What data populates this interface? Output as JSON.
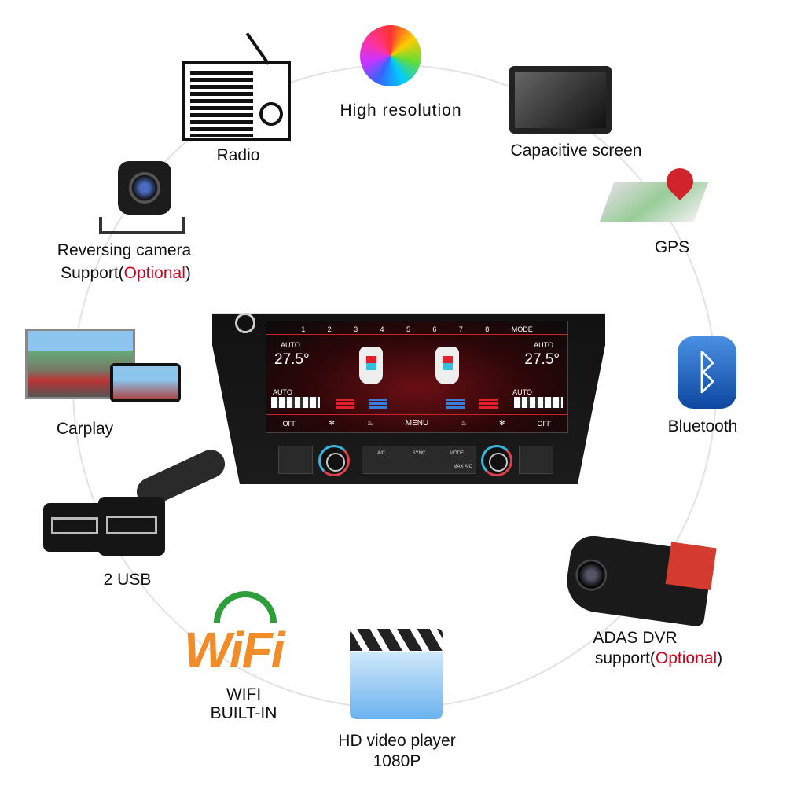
{
  "features": {
    "radio": {
      "label": "Radio"
    },
    "high_resolution": {
      "label": "High resolution"
    },
    "capacitive_screen": {
      "label": "Capacitive screen"
    },
    "gps": {
      "label": "GPS"
    },
    "bluetooth": {
      "label": "Bluetooth"
    },
    "adas_dvr": {
      "line1": "ADAS DVR",
      "line2_prefix": "support(",
      "line2_optional": "Optional",
      "line2_suffix": ")"
    },
    "hd_video": {
      "line1": "HD video player",
      "line2": "1080P"
    },
    "wifi": {
      "logo": "WiFi",
      "line1": "WIFI",
      "line2": "BUILT-IN"
    },
    "usb": {
      "label": "2 USB"
    },
    "carplay": {
      "label": "Carplay"
    },
    "reversing_camera": {
      "line1": "Reversing camera",
      "line2_prefix": "Support(",
      "line2_optional": "Optional",
      "line2_suffix": ")"
    }
  },
  "screen": {
    "top_bar": [
      "1",
      "2",
      "3",
      "4",
      "5",
      "6",
      "7",
      "8",
      "MODE"
    ],
    "left": {
      "mode": "AUTO",
      "temp": "27.5°",
      "fan_mode": "AUTO"
    },
    "right": {
      "mode": "AUTO",
      "temp": "27.5°",
      "fan_mode": "AUTO"
    },
    "bottom_bar": {
      "off_left": "OFF",
      "menu": "MENU",
      "off_right": "OFF"
    }
  },
  "panel_buttons": {
    "ac": "A/C",
    "sync": "SYNC",
    "mode": "MODE",
    "max_ac": "MAX A/C"
  },
  "colors": {
    "optional": "#d0021b",
    "bluetooth": "#1565c0",
    "wifi_orange": "#f28c28",
    "wifi_green": "#2e9e3a"
  }
}
